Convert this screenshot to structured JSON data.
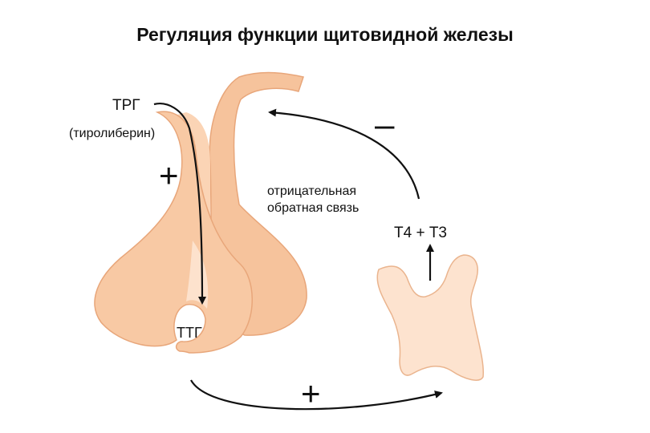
{
  "diagram": {
    "title": "Регуляция функции щитовидной железы",
    "trg_label": "ТРГ",
    "trg_full": "(тиролиберин)",
    "stimulus_sign_top": "+",
    "inhibition_sign": "–",
    "feedback_line1": "отрицательная",
    "feedback_line2": "обратная связь",
    "hormones_label": "Т4 + Т3",
    "ttg_label": "ТТГ",
    "stimulus_sign_bottom": "+"
  },
  "colors": {
    "gland_fill": "#f8c8a2",
    "gland_light": "#fde3cf",
    "gland_outline": "#e9a77c",
    "arrow": "#111111"
  }
}
